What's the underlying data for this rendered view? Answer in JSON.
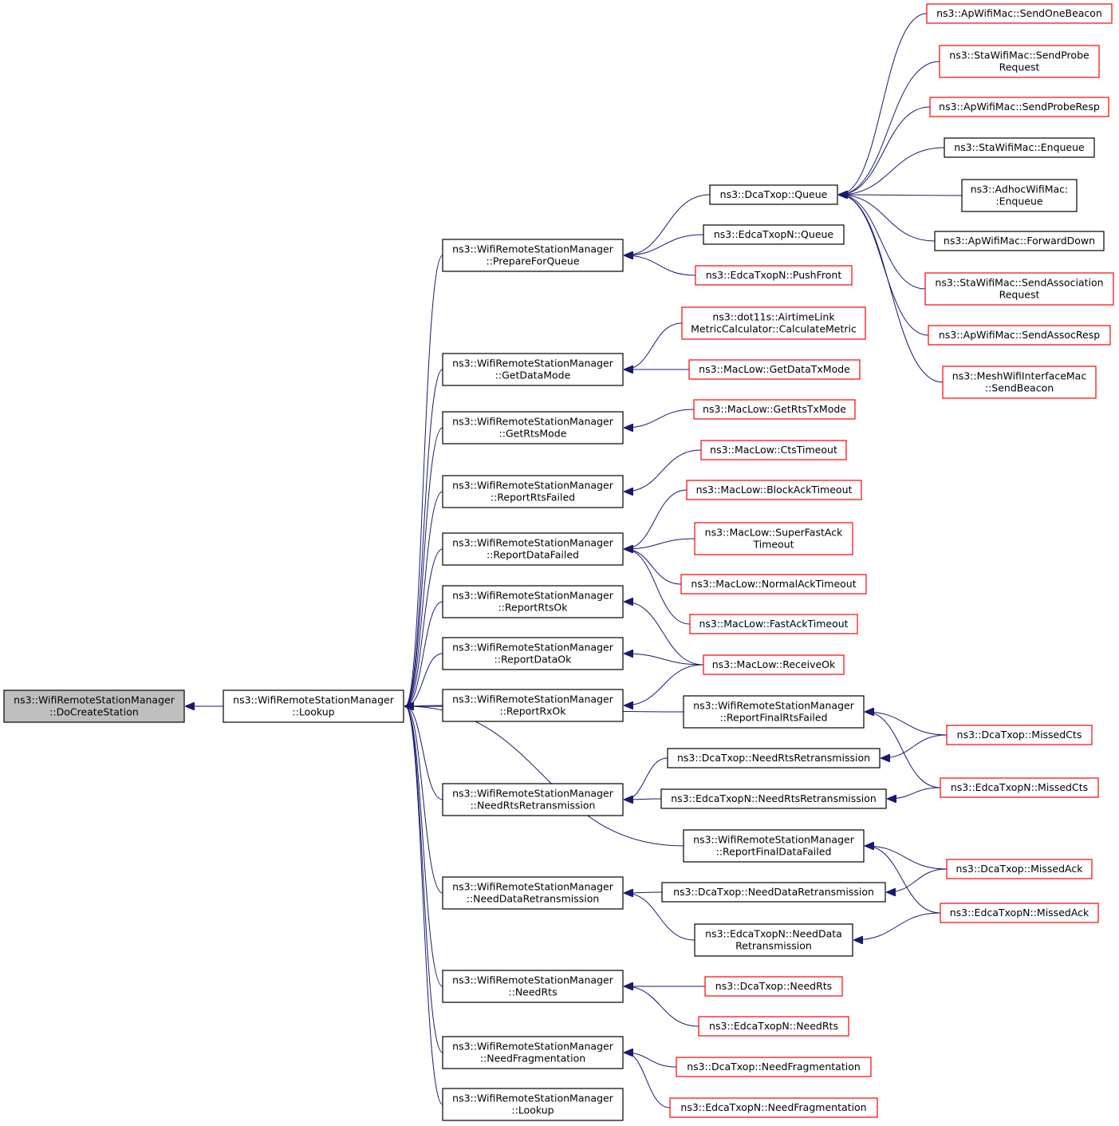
{
  "colors": {
    "edge": "#191970",
    "root_fill": "#bfbfbf",
    "border_black": "#000000",
    "border_red": "#ff0000"
  },
  "nodes": [
    {
      "id": "root",
      "lines": [
        "ns3::WifiRemoteStationManager",
        "::DoCreateStation"
      ],
      "border": "root"
    },
    {
      "id": "lookup_main",
      "lines": [
        "ns3::WifiRemoteStationManager",
        "::Lookup"
      ],
      "border": "black"
    },
    {
      "id": "prepare",
      "lines": [
        "ns3::WifiRemoteStationManager",
        "::PrepareForQueue"
      ],
      "border": "black"
    },
    {
      "id": "getdata",
      "lines": [
        "ns3::WifiRemoteStationManager",
        "::GetDataMode"
      ],
      "border": "black"
    },
    {
      "id": "getrts",
      "lines": [
        "ns3::WifiRemoteStationManager",
        "::GetRtsMode"
      ],
      "border": "black"
    },
    {
      "id": "reprtsfail",
      "lines": [
        "ns3::WifiRemoteStationManager",
        "::ReportRtsFailed"
      ],
      "border": "black"
    },
    {
      "id": "repdatafail",
      "lines": [
        "ns3::WifiRemoteStationManager",
        "::ReportDataFailed"
      ],
      "border": "black"
    },
    {
      "id": "reprtsok",
      "lines": [
        "ns3::WifiRemoteStationManager",
        "::ReportRtsOk"
      ],
      "border": "black"
    },
    {
      "id": "repdataok",
      "lines": [
        "ns3::WifiRemoteStationManager",
        "::ReportDataOk"
      ],
      "border": "black"
    },
    {
      "id": "reprxok",
      "lines": [
        "ns3::WifiRemoteStationManager",
        "::ReportRxOk"
      ],
      "border": "black"
    },
    {
      "id": "needrtsretx",
      "lines": [
        "ns3::WifiRemoteStationManager",
        "::NeedRtsRetransmission"
      ],
      "border": "black"
    },
    {
      "id": "needdataretx",
      "lines": [
        "ns3::WifiRemoteStationManager",
        "::NeedDataRetransmission"
      ],
      "border": "black"
    },
    {
      "id": "needrts",
      "lines": [
        "ns3::WifiRemoteStationManager",
        "::NeedRts"
      ],
      "border": "black"
    },
    {
      "id": "needfrag",
      "lines": [
        "ns3::WifiRemoteStationManager",
        "::NeedFragmentation"
      ],
      "border": "black"
    },
    {
      "id": "lookup2",
      "lines": [
        "ns3::WifiRemoteStationManager",
        "::Lookup"
      ],
      "border": "black"
    },
    {
      "id": "dcaqueue",
      "lines": [
        "ns3::DcaTxop::Queue"
      ],
      "border": "black"
    },
    {
      "id": "edcaqueue",
      "lines": [
        "ns3::EdcaTxopN::Queue"
      ],
      "border": "black"
    },
    {
      "id": "edcapush",
      "lines": [
        "ns3::EdcaTxopN::PushFront"
      ],
      "border": "red"
    },
    {
      "id": "airtime",
      "lines": [
        "ns3::dot11s::AirtimeLink",
        "MetricCalculator::CalculateMetric"
      ],
      "border": "red"
    },
    {
      "id": "getdatatx",
      "lines": [
        "ns3::MacLow::GetDataTxMode"
      ],
      "border": "red"
    },
    {
      "id": "getrtstx",
      "lines": [
        "ns3::MacLow::GetRtsTxMode"
      ],
      "border": "red"
    },
    {
      "id": "ctstimeout",
      "lines": [
        "ns3::MacLow::CtsTimeout"
      ],
      "border": "red"
    },
    {
      "id": "blockack",
      "lines": [
        "ns3::MacLow::BlockAckTimeout"
      ],
      "border": "red"
    },
    {
      "id": "superfast",
      "lines": [
        "ns3::MacLow::SuperFastAck",
        "Timeout"
      ],
      "border": "red"
    },
    {
      "id": "normalack",
      "lines": [
        "ns3::MacLow::NormalAckTimeout"
      ],
      "border": "red"
    },
    {
      "id": "fastack",
      "lines": [
        "ns3::MacLow::FastAckTimeout"
      ],
      "border": "red"
    },
    {
      "id": "receiveok",
      "lines": [
        "ns3::MacLow::ReceiveOk"
      ],
      "border": "red"
    },
    {
      "id": "finalrts",
      "lines": [
        "ns3::WifiRemoteStationManager",
        "::ReportFinalRtsFailed"
      ],
      "border": "black"
    },
    {
      "id": "dcaneedrtsretx",
      "lines": [
        "ns3::DcaTxop::NeedRtsRetransmission"
      ],
      "border": "black"
    },
    {
      "id": "edcaneedrtsretx",
      "lines": [
        "ns3::EdcaTxopN::NeedRtsRetransmission"
      ],
      "border": "black"
    },
    {
      "id": "finaldata",
      "lines": [
        "ns3::WifiRemoteStationManager",
        "::ReportFinalDataFailed"
      ],
      "border": "black"
    },
    {
      "id": "dcaneeddataretx",
      "lines": [
        "ns3::DcaTxop::NeedDataRetransmission"
      ],
      "border": "black"
    },
    {
      "id": "edcaneeddataretx",
      "lines": [
        "ns3::EdcaTxopN::NeedData",
        "Retransmission"
      ],
      "border": "black"
    },
    {
      "id": "dcaneedrts",
      "lines": [
        "ns3::DcaTxop::NeedRts"
      ],
      "border": "red"
    },
    {
      "id": "edcaneedrts",
      "lines": [
        "ns3::EdcaTxopN::NeedRts"
      ],
      "border": "red"
    },
    {
      "id": "dcaneedfrag",
      "lines": [
        "ns3::DcaTxop::NeedFragmentation"
      ],
      "border": "red"
    },
    {
      "id": "edcaneedfrag",
      "lines": [
        "ns3::EdcaTxopN::NeedFragmentation"
      ],
      "border": "red"
    },
    {
      "id": "apsendonebeacon",
      "lines": [
        "ns3::ApWifiMac::SendOneBeacon"
      ],
      "border": "red"
    },
    {
      "id": "stasendprobe",
      "lines": [
        "ns3::StaWifiMac::SendProbe",
        "Request"
      ],
      "border": "red"
    },
    {
      "id": "apsendproberesp",
      "lines": [
        "ns3::ApWifiMac::SendProbeResp"
      ],
      "border": "red"
    },
    {
      "id": "staenqueue",
      "lines": [
        "ns3::StaWifiMac::Enqueue"
      ],
      "border": "black"
    },
    {
      "id": "adhocenqueue",
      "lines": [
        "ns3::AdhocWifiMac:",
        ":Enqueue"
      ],
      "border": "black"
    },
    {
      "id": "apforwarddown",
      "lines": [
        "ns3::ApWifiMac::ForwardDown"
      ],
      "border": "black"
    },
    {
      "id": "stasendassoc",
      "lines": [
        "ns3::StaWifiMac::SendAssociation",
        "Request"
      ],
      "border": "red"
    },
    {
      "id": "apsendassocresp",
      "lines": [
        "ns3::ApWifiMac::SendAssocResp"
      ],
      "border": "red"
    },
    {
      "id": "meshsendbeacon",
      "lines": [
        "ns3::MeshWifiInterfaceMac",
        "::SendBeacon"
      ],
      "border": "red"
    },
    {
      "id": "dcamissedcts",
      "lines": [
        "ns3::DcaTxop::MissedCts"
      ],
      "border": "red"
    },
    {
      "id": "edcamissedcts",
      "lines": [
        "ns3::EdcaTxopN::MissedCts"
      ],
      "border": "red"
    },
    {
      "id": "dcamissedack",
      "lines": [
        "ns3::DcaTxop::MissedAck"
      ],
      "border": "red"
    },
    {
      "id": "edcamissedack",
      "lines": [
        "ns3::EdcaTxopN::MissedAck"
      ],
      "border": "red"
    }
  ],
  "edges": [
    [
      "lookup_main",
      "root"
    ],
    [
      "prepare",
      "lookup_main"
    ],
    [
      "getdata",
      "lookup_main"
    ],
    [
      "getrts",
      "lookup_main"
    ],
    [
      "reprtsfail",
      "lookup_main"
    ],
    [
      "repdatafail",
      "lookup_main"
    ],
    [
      "reprtsok",
      "lookup_main"
    ],
    [
      "repdataok",
      "lookup_main"
    ],
    [
      "reprxok",
      "lookup_main"
    ],
    [
      "finalrts",
      "lookup_main"
    ],
    [
      "needrtsretx",
      "lookup_main"
    ],
    [
      "finaldata",
      "lookup_main"
    ],
    [
      "needdataretx",
      "lookup_main"
    ],
    [
      "needrts",
      "lookup_main"
    ],
    [
      "needfrag",
      "lookup_main"
    ],
    [
      "lookup2",
      "lookup_main"
    ],
    [
      "dcaqueue",
      "prepare"
    ],
    [
      "edcaqueue",
      "prepare"
    ],
    [
      "edcapush",
      "prepare"
    ],
    [
      "airtime",
      "getdata"
    ],
    [
      "getdatatx",
      "getdata"
    ],
    [
      "getrtstx",
      "getrts"
    ],
    [
      "ctstimeout",
      "reprtsfail"
    ],
    [
      "blockack",
      "repdatafail"
    ],
    [
      "superfast",
      "repdatafail"
    ],
    [
      "normalack",
      "repdatafail"
    ],
    [
      "fastack",
      "repdatafail"
    ],
    [
      "receiveok",
      "reprtsok"
    ],
    [
      "receiveok",
      "repdataok"
    ],
    [
      "receiveok",
      "reprxok"
    ],
    [
      "dcaneedrtsretx",
      "needrtsretx"
    ],
    [
      "edcaneedrtsretx",
      "needrtsretx"
    ],
    [
      "dcaneeddataretx",
      "needdataretx"
    ],
    [
      "edcaneeddataretx",
      "needdataretx"
    ],
    [
      "dcaneedrts",
      "needrts"
    ],
    [
      "edcaneedrts",
      "needrts"
    ],
    [
      "dcaneedfrag",
      "needfrag"
    ],
    [
      "edcaneedfrag",
      "needfrag"
    ],
    [
      "apsendonebeacon",
      "dcaqueue"
    ],
    [
      "stasendprobe",
      "dcaqueue"
    ],
    [
      "apsendproberesp",
      "dcaqueue"
    ],
    [
      "staenqueue",
      "dcaqueue"
    ],
    [
      "adhocenqueue",
      "dcaqueue"
    ],
    [
      "apforwarddown",
      "dcaqueue"
    ],
    [
      "stasendassoc",
      "dcaqueue"
    ],
    [
      "apsendassocresp",
      "dcaqueue"
    ],
    [
      "meshsendbeacon",
      "dcaqueue"
    ],
    [
      "dcamissedcts",
      "finalrts"
    ],
    [
      "edcamissedcts",
      "finalrts"
    ],
    [
      "dcamissedcts",
      "dcaneedrtsretx"
    ],
    [
      "edcamissedcts",
      "edcaneedrtsretx"
    ],
    [
      "dcamissedack",
      "finaldata"
    ],
    [
      "edcamissedack",
      "finaldata"
    ],
    [
      "dcamissedack",
      "dcaneeddataretx"
    ],
    [
      "edcamissedack",
      "edcaneeddataretx"
    ]
  ]
}
